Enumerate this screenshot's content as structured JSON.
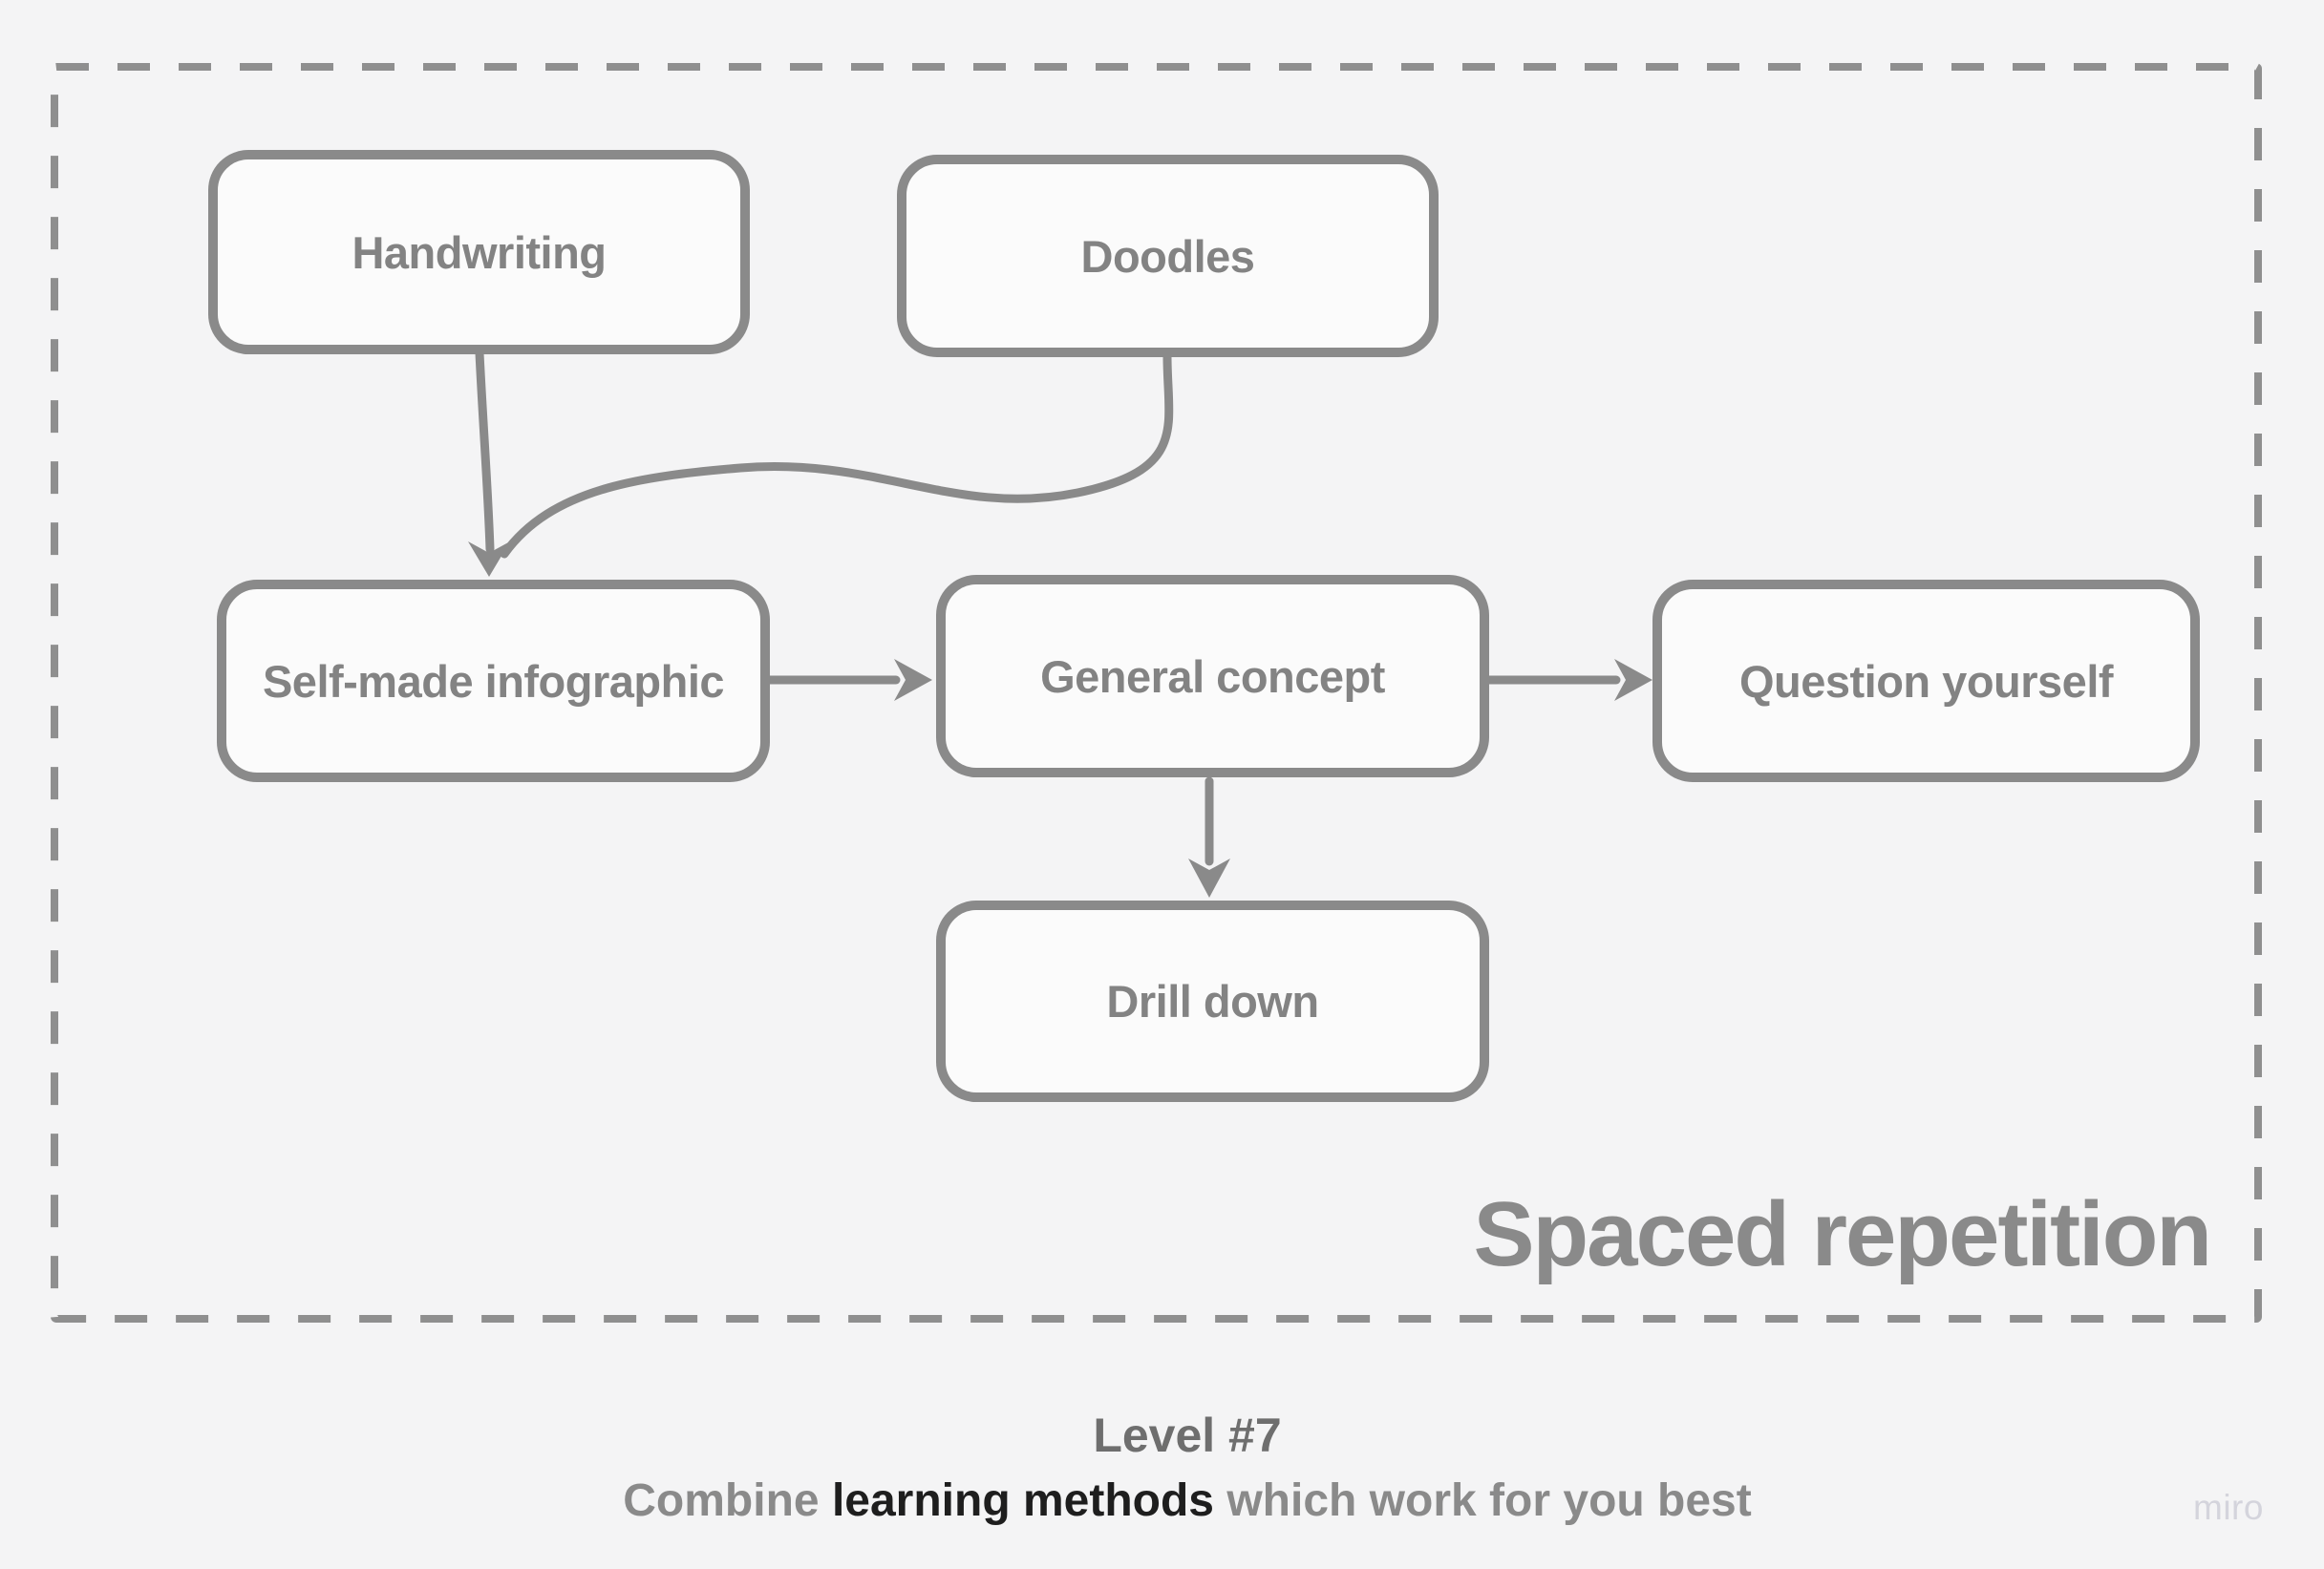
{
  "board": {
    "frame_title": "Spaced repetition",
    "frame_border_color": "#8f8f8f",
    "background_color": "#f4f4f5",
    "node_fill_color": "#fbfbfb",
    "node_border_color": "#8a8a8a",
    "connector_color": "#8a8a8a"
  },
  "diagram": {
    "nodes": [
      {
        "id": "handwriting",
        "label": "Handwriting"
      },
      {
        "id": "doodles",
        "label": "Doodles"
      },
      {
        "id": "self-made-infographic",
        "label": "Self-made infographic"
      },
      {
        "id": "general-concept",
        "label": "General concept"
      },
      {
        "id": "question-yourself",
        "label": "Question yourself"
      },
      {
        "id": "drill-down",
        "label": "Drill down"
      }
    ],
    "edges": [
      {
        "from": "handwriting",
        "to": "self-made-infographic"
      },
      {
        "from": "doodles",
        "to": "self-made-infographic"
      },
      {
        "from": "self-made-infographic",
        "to": "general-concept"
      },
      {
        "from": "general-concept",
        "to": "question-yourself"
      },
      {
        "from": "general-concept",
        "to": "drill-down"
      }
    ]
  },
  "caption": {
    "line1": "Level #7",
    "line2_prefix": "Combine ",
    "line2_emphasis": "learning methods",
    "line2_suffix": " which work for you best"
  },
  "watermark": "miro"
}
